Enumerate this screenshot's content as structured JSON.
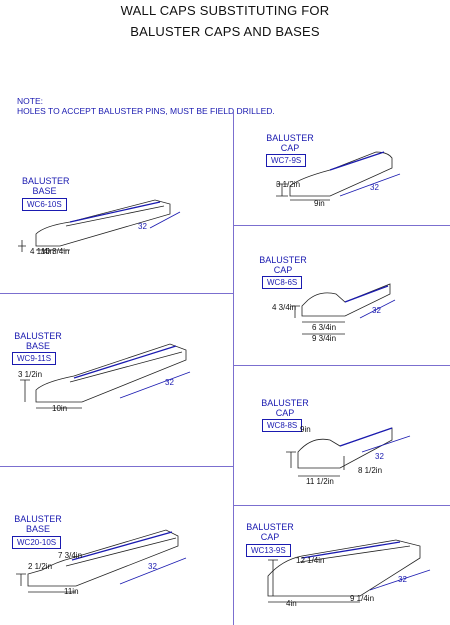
{
  "title": {
    "line1": "WALL CAPS SUBSTITUTING FOR",
    "line2": "BALUSTER CAPS AND BASES"
  },
  "note": {
    "label": "NOTE:",
    "text": "HOLES TO ACCEPT BALUSTER PINS, MUST BE FIELD DRILLED."
  },
  "panels": {
    "wc6": {
      "label1": "BALUSTER",
      "label2": "BASE",
      "code": "WC6-10S",
      "dim_a": "4 1/4in",
      "dim_b": "10 3/4in",
      "length": "32"
    },
    "wc7": {
      "label1": "BALUSTER",
      "label2": "CAP",
      "code": "WC7-9S",
      "height": "3 1/2in",
      "width": "9in",
      "length": "32"
    },
    "wc8_6": {
      "label1": "BALUSTER",
      "label2": "CAP",
      "code": "WC8-6S",
      "height": "4 3/4in",
      "width_a": "6 3/4in",
      "width_b": "9 3/4in",
      "length": "32"
    },
    "wc9": {
      "label1": "BALUSTER",
      "label2": "BASE",
      "code": "WC9-11S",
      "height": "3 1/2in",
      "width": "10in",
      "length": "32"
    },
    "wc8_8": {
      "label1": "BALUSTER",
      "label2": "CAP",
      "code": "WC8-8S",
      "top": "9in",
      "height": "8 1/2in",
      "width": "11 1/2in",
      "length": "32"
    },
    "wc20": {
      "label1": "BALUSTER",
      "label2": "BASE",
      "code": "WC20-10S",
      "height_a": "7 3/4in",
      "height_b": "2 1/2in",
      "width": "11in",
      "length": "32"
    },
    "wc13": {
      "label1": "BALUSTER",
      "label2": "CAP",
      "code": "WC13-9S",
      "height": "12 1/4in",
      "width_a": "4in",
      "width_b": "9 1/4in",
      "length": "32"
    }
  }
}
